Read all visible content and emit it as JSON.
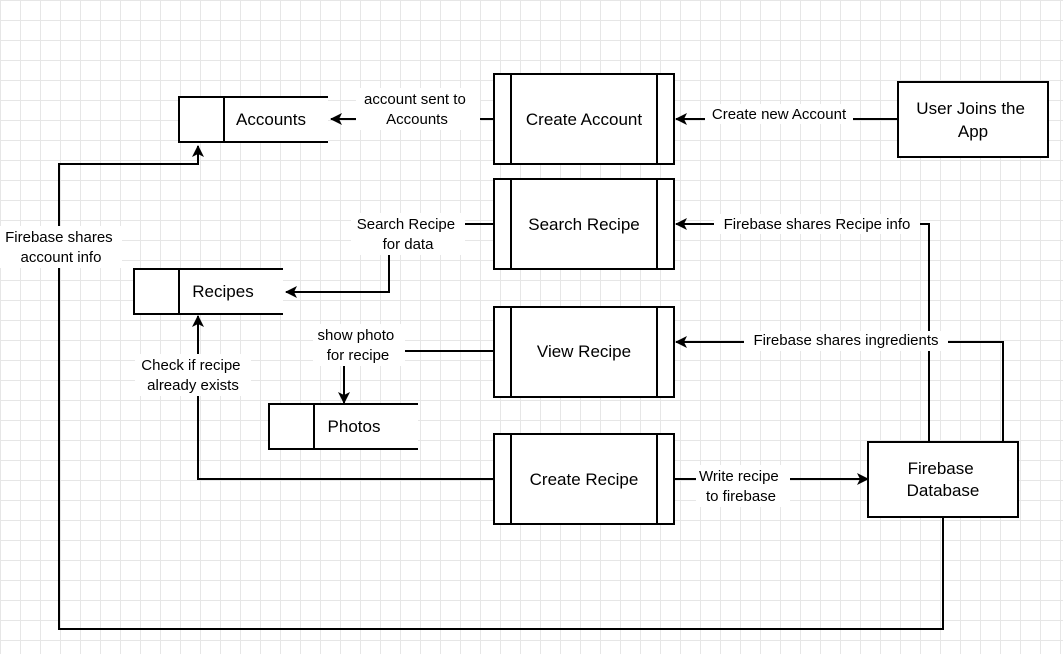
{
  "diagram": {
    "processes": {
      "create_account": "Create Account",
      "search_recipe": "Search Recipe",
      "view_recipe": "View Recipe",
      "create_recipe": "Create Recipe"
    },
    "entities": {
      "user_joins": [
        "User Joins the",
        "App"
      ],
      "firebase_db": [
        "Firebase",
        "Database"
      ]
    },
    "stores": {
      "accounts": "Accounts",
      "recipes": "Recipes",
      "photos": "Photos"
    },
    "flows": {
      "create_new_account": [
        "Create new Account"
      ],
      "account_sent": [
        "account sent to",
        "Accounts"
      ],
      "firebase_account_info": [
        "Firebase shares",
        "account info"
      ],
      "search_recipe_data": [
        "Search Recipe",
        "for data"
      ],
      "firebase_recipe_info": [
        "Firebase shares Recipe info"
      ],
      "firebase_ingredients": [
        "Firebase shares ingredients"
      ],
      "show_photo": [
        "show photo",
        "for recipe"
      ],
      "check_recipe": [
        "Check if recipe",
        "already exists"
      ],
      "write_recipe": [
        "Write recipe",
        "to firebase"
      ]
    }
  }
}
